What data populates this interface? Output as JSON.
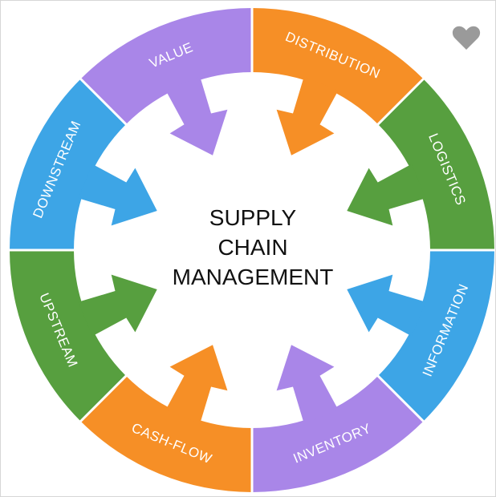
{
  "center": {
    "line1": "SUPPLY",
    "line2": "CHAIN",
    "line3": "MANAGEMENT"
  },
  "segments": [
    {
      "label": "DOWNSTREAM",
      "color": "#3da5e6"
    },
    {
      "label": "VALUE",
      "color": "#a986e8"
    },
    {
      "label": "DISTRIBUTION",
      "color": "#f68f26"
    },
    {
      "label": "LOGISTICS",
      "color": "#579f3f"
    },
    {
      "label": "INFORMATION",
      "color": "#3da5e6"
    },
    {
      "label": "INVENTORY",
      "color": "#a986e8"
    },
    {
      "label": "CASH-FLOW",
      "color": "#f68f26"
    },
    {
      "label": "UPSTREAM",
      "color": "#579f3f"
    }
  ],
  "icons": {
    "favorite": "heart-icon"
  },
  "colors": {
    "heart": "#9a9a9a",
    "center_text": "#111111"
  }
}
